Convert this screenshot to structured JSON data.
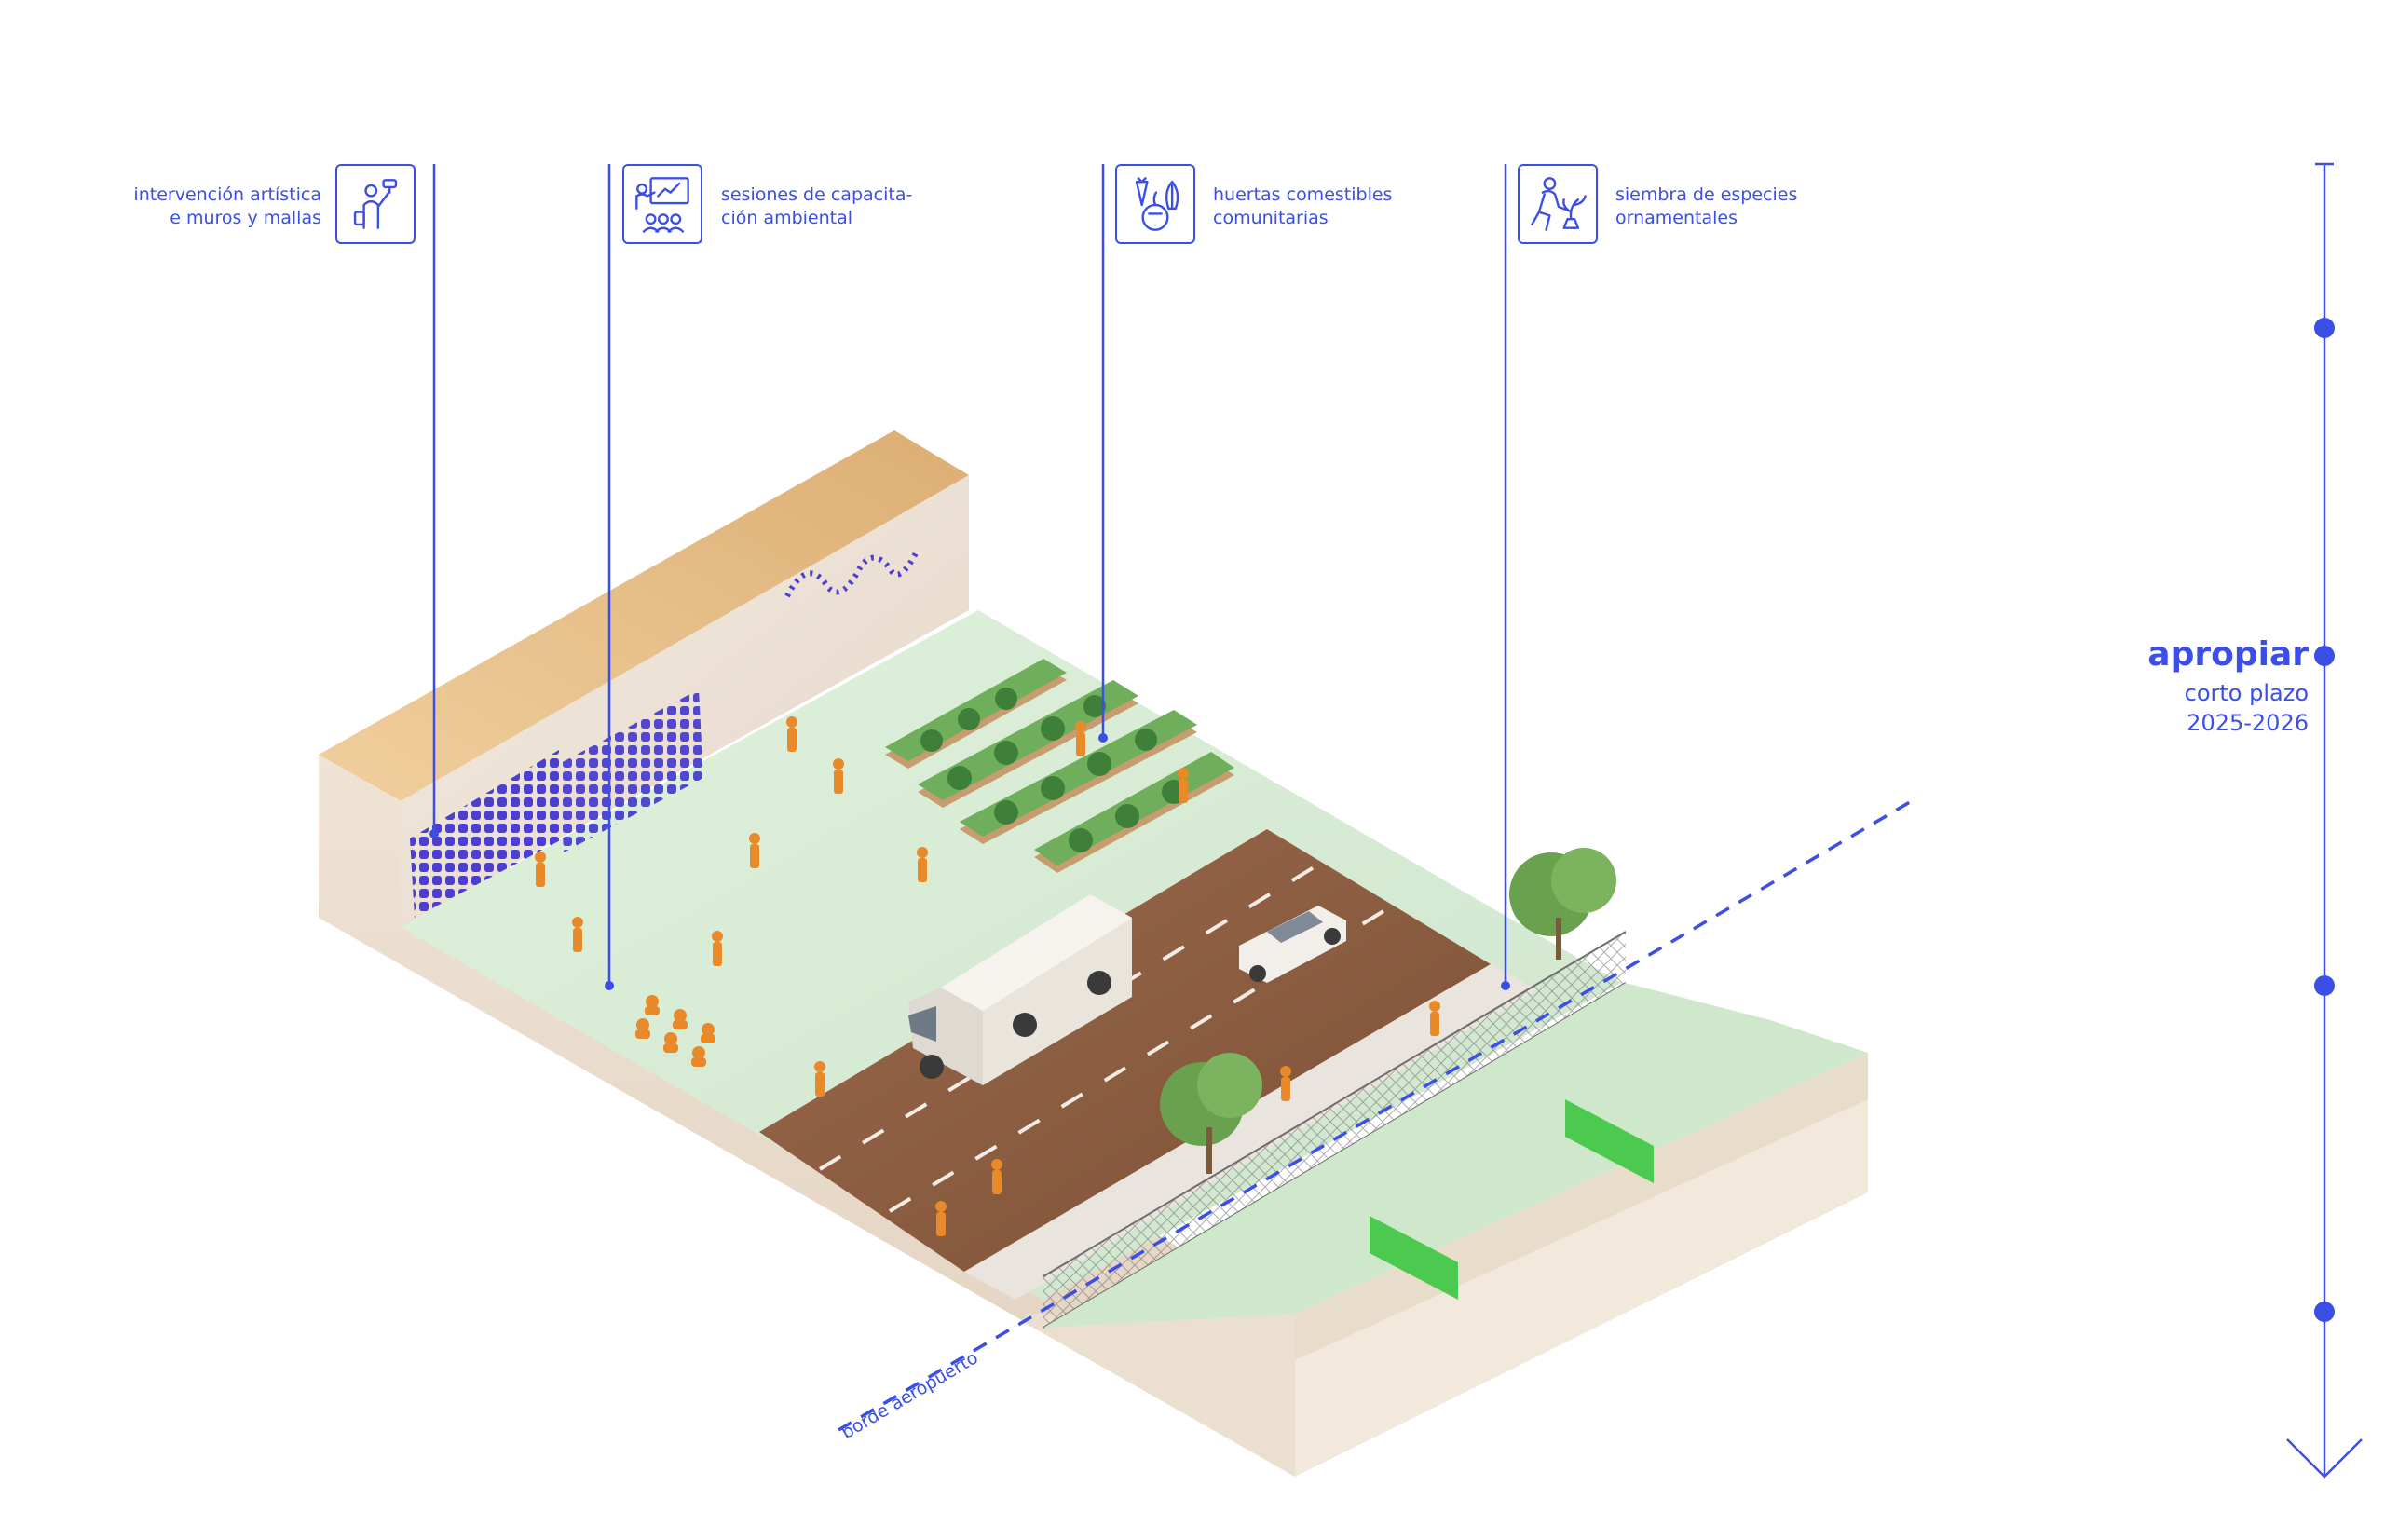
{
  "activities": [
    {
      "label": "intervención artística\ne muros y mallas",
      "icon": "painter-icon"
    },
    {
      "label": "sesiones de capacita-\nción ambiental",
      "icon": "training-session-icon"
    },
    {
      "label": "huertas   comestibles\ncomunitarias",
      "icon": "vegetables-icon"
    },
    {
      "label": "siembra  de  especies\nornamentales",
      "icon": "planting-person-icon"
    }
  ],
  "timeline": {
    "phase": "apropiar",
    "term": "corto plazo",
    "years": "2025-2026",
    "markers": 4,
    "active_marker": 2
  },
  "edge_label": "borde aeropuerto",
  "colors": {
    "accent": "#3b4fe6",
    "ground": "#d6ecd6",
    "road": "#8a5a3e",
    "wall_top": "#e8c08a",
    "soil": "#efe4d6",
    "figures": "#e8892a",
    "mural": "#4a3fcf"
  }
}
